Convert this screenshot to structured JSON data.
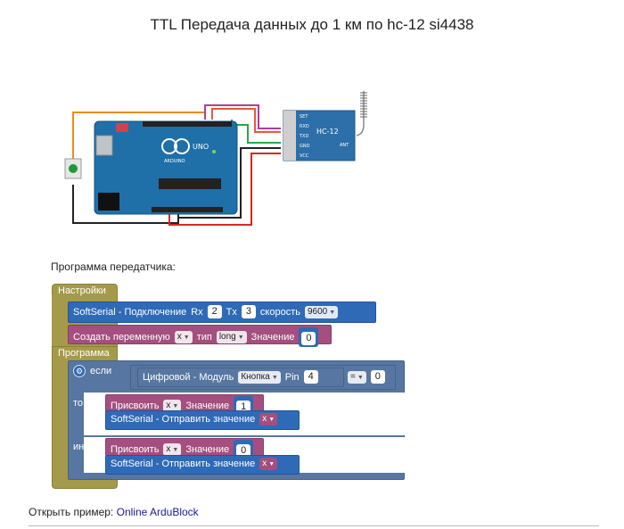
{
  "page": {
    "title": "TTL Передача данных до 1 км по hc-12 si4438",
    "section_label": "Программа передатчика:",
    "footer_label": "Открыть пример: ",
    "footer_link": "Online ArduBlock"
  },
  "circuit": {
    "board_brand": "ARDUINO",
    "board_model": "UNO",
    "module_name": "HC-12",
    "pins": [
      "SET",
      "RXD",
      "TXD",
      "GND",
      "VCC"
    ],
    "antenna_label": "ANT"
  },
  "blocks": {
    "setup_label": "Настройки",
    "softserial_label": "SoftSerial - Подключение",
    "rx_label": "Rx",
    "rx_value": "2",
    "tx_label": "Tx",
    "tx_value": "3",
    "speed_label": "скорость",
    "speed_value": "9600",
    "create_var_label": "Создать переменную",
    "var_name": "x",
    "type_label": "тип",
    "type_value": "long",
    "value_label": "Значение",
    "init_value": "0",
    "program_label": "Программа",
    "if_label": "если",
    "digital_label": "Цифровой - Модуль",
    "module_value": "Кнопка",
    "pin_label": "Pin",
    "pin_value": "4",
    "compare_op": "=",
    "compare_value": "0",
    "then_label": "то",
    "assign_label": "Присвоить",
    "assign_value_1": "1",
    "send_label": "SoftSerial - Отправить значение",
    "else_label": "иначе",
    "assign_value_2": "0"
  }
}
